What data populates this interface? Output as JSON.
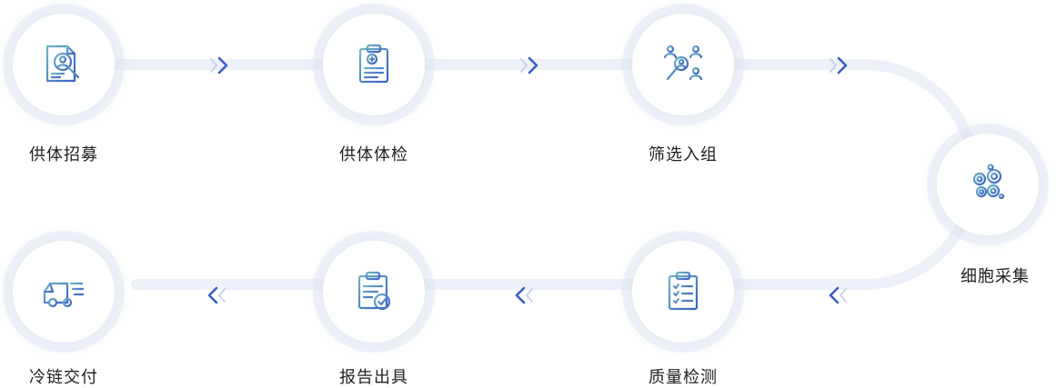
{
  "steps": [
    {
      "label": "供体招募",
      "icon": "document-search-icon"
    },
    {
      "label": "供体体检",
      "icon": "medical-clipboard-icon"
    },
    {
      "label": "筛选入组",
      "icon": "people-search-icon"
    },
    {
      "label": "细胞采集",
      "icon": "cells-icon"
    },
    {
      "label": "质量检测",
      "icon": "checklist-clipboard-icon"
    },
    {
      "label": "报告出具",
      "icon": "report-check-icon"
    },
    {
      "label": "冷链交付",
      "icon": "delivery-truck-icon"
    }
  ],
  "colors": {
    "accent": "#3a5fc4",
    "icon_start": "#6fb4c6",
    "icon_end": "#3a5fc4",
    "track": "#eef1f8"
  }
}
